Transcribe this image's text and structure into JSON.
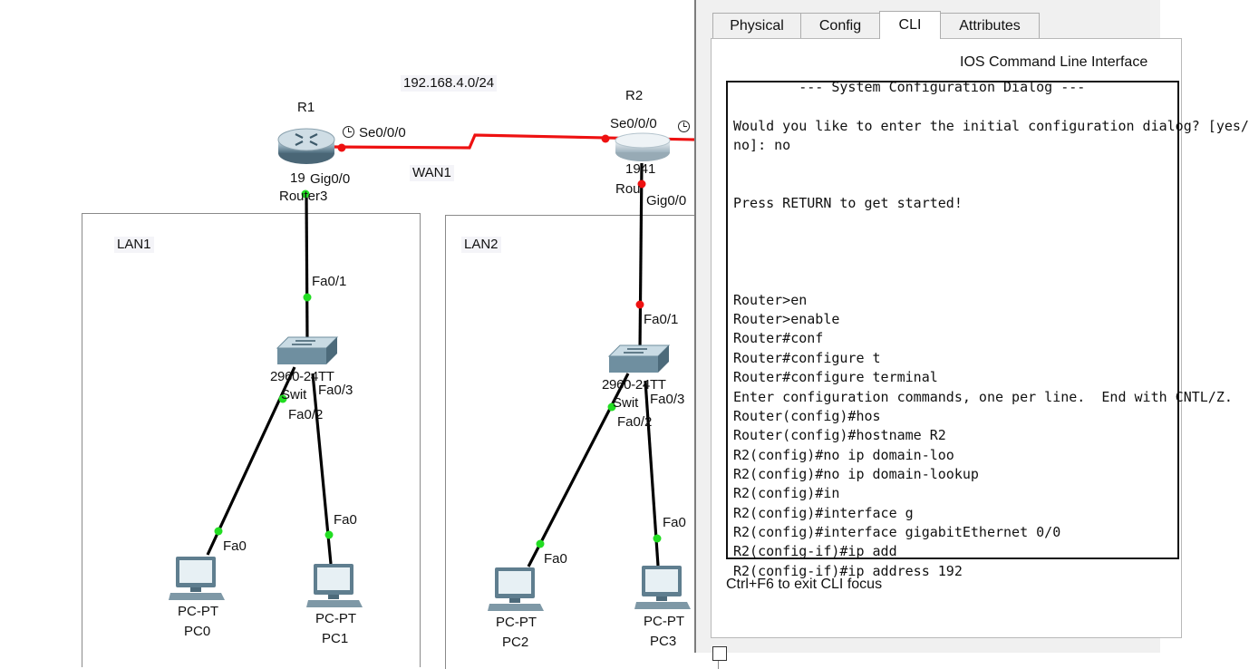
{
  "topology": {
    "networks": {
      "wan_subnet": "192.168.4.0/24",
      "wan_label": "WAN1",
      "lan1_label": "LAN1",
      "lan2_label": "LAN2"
    },
    "r1": {
      "name": "R1",
      "model_partial": "19",
      "hostname_partial": "Router3",
      "serial_port": "Se0/0/0",
      "gig_port": "Gig0/0"
    },
    "r2": {
      "name": "R2",
      "model": "1941",
      "hostname_partial": "Rou",
      "serial_port": "Se0/0/0",
      "gig_port": "Gig0/0"
    },
    "switch1": {
      "model_partial": "2960-24TT",
      "name_partial": "Swit",
      "uplink_port": "Fa0/1",
      "port_a": "Fa0/2",
      "port_b": "Fa0/3"
    },
    "switch2": {
      "model_partial": "2960-24TT",
      "name_partial": "Swit",
      "uplink_port": "Fa0/1",
      "port_a": "Fa0/2",
      "port_b": "Fa0/3"
    },
    "pcs": [
      {
        "type": "PC-PT",
        "name": "PC0",
        "port": "Fa0"
      },
      {
        "type": "PC-PT",
        "name": "PC1",
        "port": "Fa0"
      },
      {
        "type": "PC-PT",
        "name": "PC2",
        "port": "Fa0"
      },
      {
        "type": "PC-PT",
        "name": "PC3",
        "port": "Fa0"
      }
    ],
    "colors": {
      "link_up": "#22dd22",
      "link_down": "#ee1111",
      "cable": "#000000"
    }
  },
  "panel": {
    "tabs": [
      {
        "label": "Physical"
      },
      {
        "label": "Config"
      },
      {
        "label": "CLI",
        "active": true
      },
      {
        "label": "Attributes"
      }
    ],
    "cli_title": "IOS Command Line Interface",
    "console_lines": [
      "        --- System Configuration Dialog ---",
      "",
      "Would you like to enter the initial configuration dialog? [yes/",
      "no]: no",
      "",
      "",
      "Press RETURN to get started!",
      "",
      "",
      "",
      "",
      "Router>en",
      "Router>enable",
      "Router#conf",
      "Router#configure t",
      "Router#configure terminal",
      "Enter configuration commands, one per line.  End with CNTL/Z.",
      "Router(config)#hos",
      "Router(config)#hostname R2",
      "R2(config)#no ip domain-loo",
      "R2(config)#no ip domain-lookup",
      "R2(config)#in",
      "R2(config)#interface g",
      "R2(config)#interface gigabitEthernet 0/0",
      "R2(config-if)#ip add",
      "R2(config-if)#ip address 192"
    ],
    "focus_hint": "Ctrl+F6 to exit CLI focus"
  }
}
